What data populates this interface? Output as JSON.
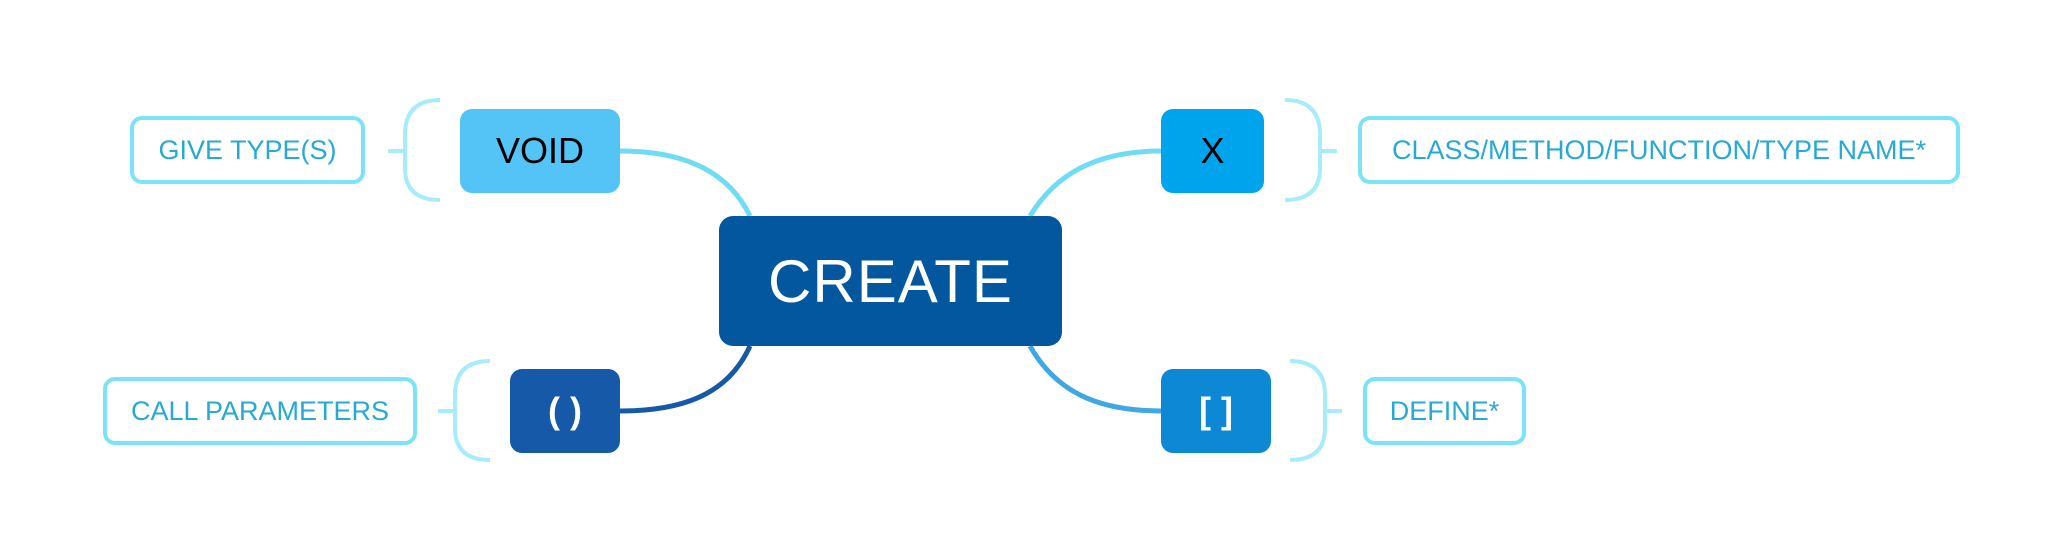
{
  "center": {
    "label": "CREATE",
    "color": "#02579e"
  },
  "branches": [
    {
      "id": "void",
      "label": "VOID",
      "color": "#54c4f6",
      "annotation": "GIVE TYPE(S)"
    },
    {
      "id": "x",
      "label": "X",
      "color": "#00a4ec",
      "annotation": "CLASS/METHOD/FUNCTION/TYPE NAME*"
    },
    {
      "id": "paren",
      "label": "( )",
      "color": "#1659a9",
      "annotation": "CALL PARAMETERS"
    },
    {
      "id": "bracket",
      "label": "[ ]",
      "color": "#0d88d5",
      "annotation": "DEFINE*"
    }
  ],
  "colors": {
    "connector_light": "#6fdcf5",
    "connector_dark": "#1659a9",
    "bracket_stroke": "#a6ecfa",
    "annotation_border": "#7be3f6",
    "annotation_text": "#27a9d6"
  }
}
